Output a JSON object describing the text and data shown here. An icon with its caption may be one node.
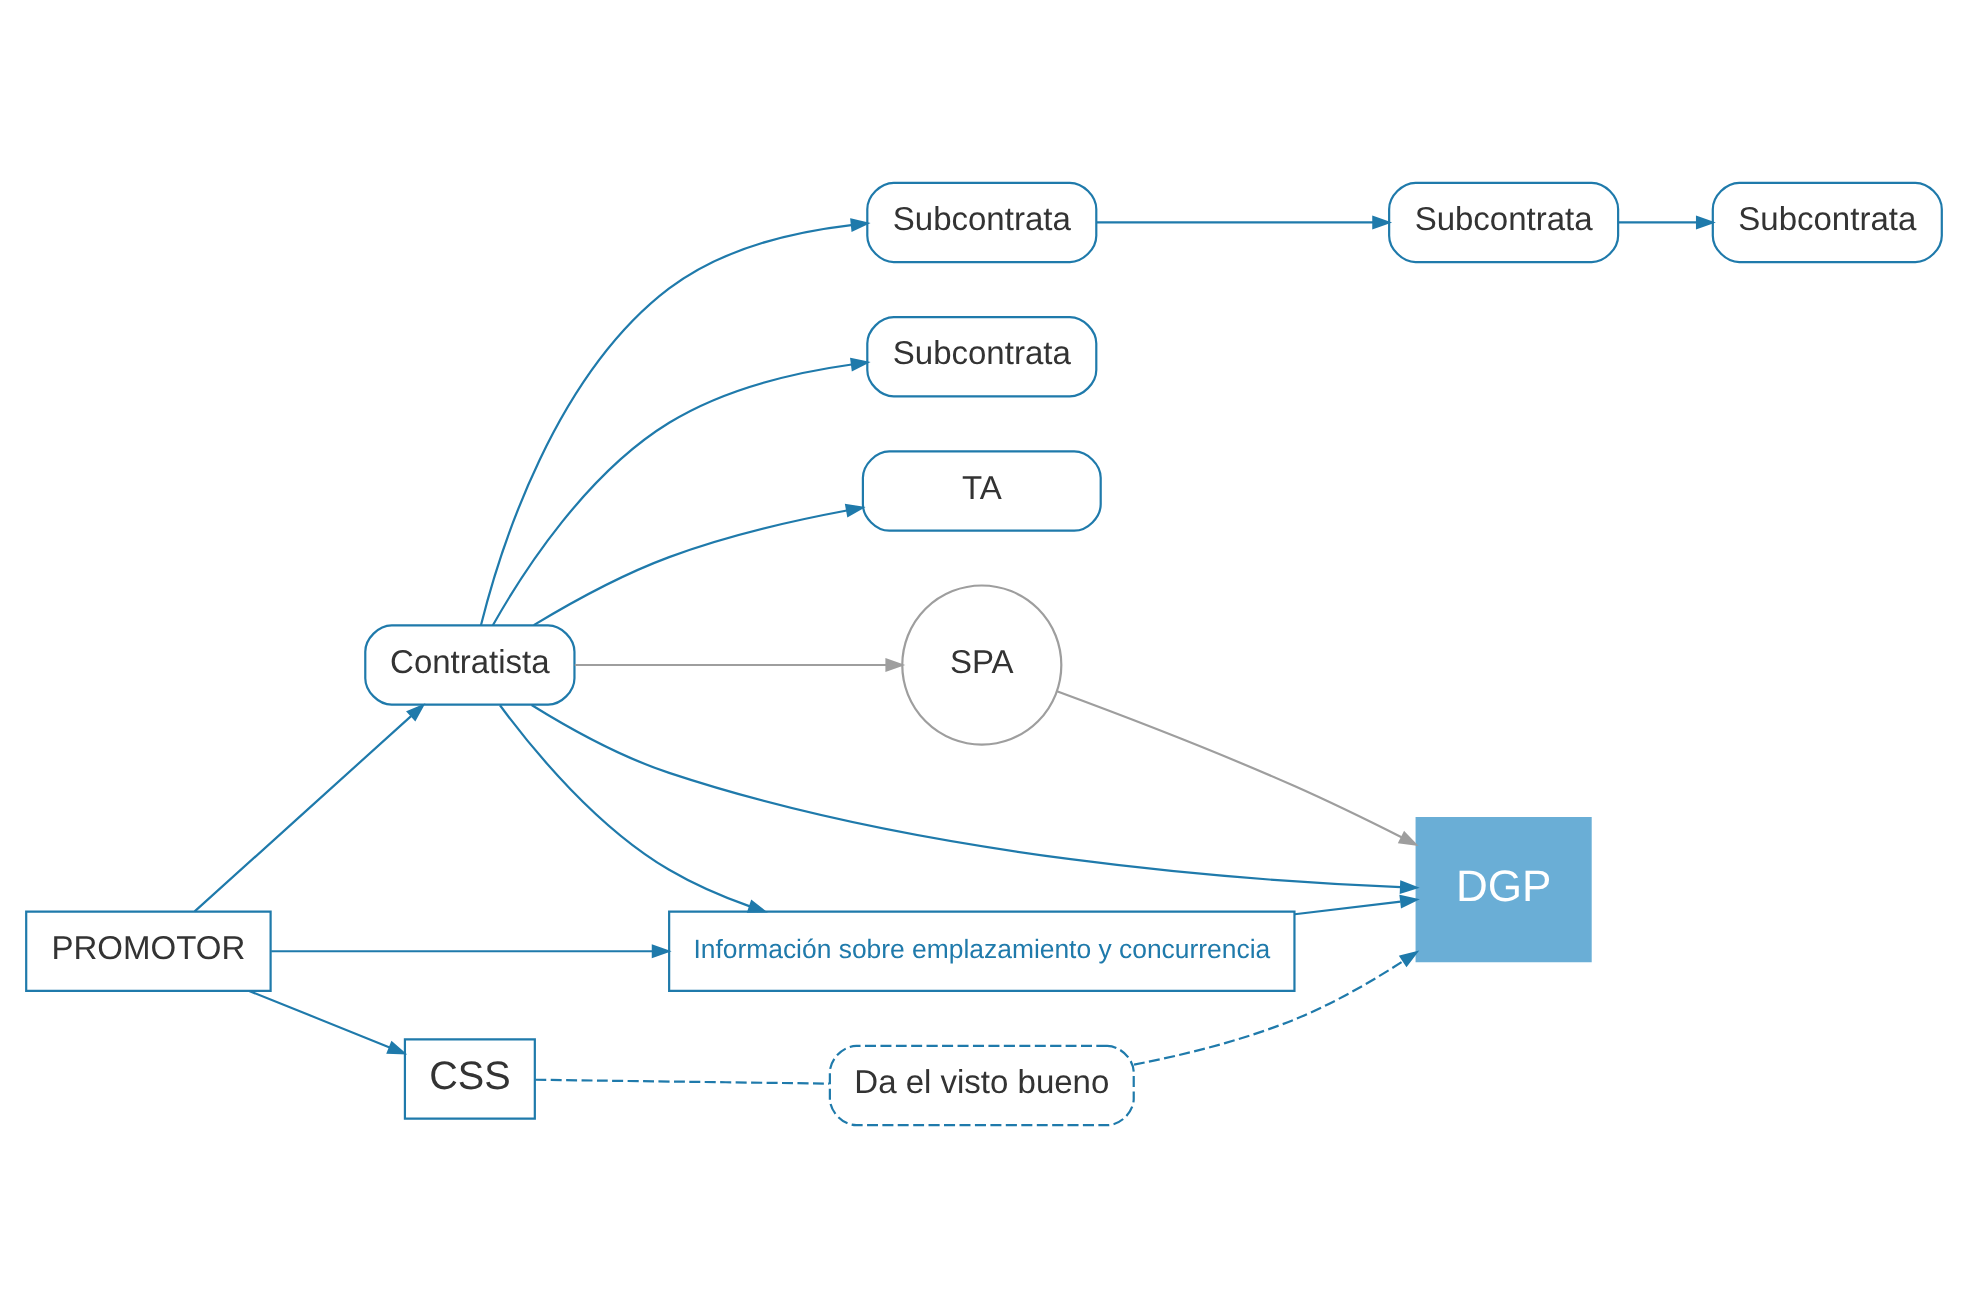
{
  "diagram": {
    "nodes": [
      {
        "text": [
          "Información sobre emplazamiento y concurrencia"
        ]
      },
      {
        "text": [
          "SPA"
        ]
      },
      {
        "text": [
          "PROMOTOR"
        ]
      },
      {
        "text": [
          "Contratista"
        ]
      },
      {
        "text": [
          "DGP"
        ]
      },
      {
        "text": [
          "Subcontrata"
        ]
      },
      {
        "text": [
          "Subcontrata"
        ]
      },
      {
        "text": [
          "Subcontrata"
        ]
      },
      {
        "text": [
          "Subcontrata"
        ]
      },
      {
        "text": [
          "TA"
        ]
      },
      {
        "text": [
          "Da el visto bueno"
        ]
      },
      {
        "text": [
          "CSS"
        ]
      }
    ],
    "edges": [
      {
        "from": 2,
        "to": 0,
        "arrow": "to"
      },
      {
        "from": 3,
        "to": 0,
        "arrow": "to"
      },
      {
        "from": 0,
        "to": 4,
        "arrow": "to"
      },
      {
        "from": 3,
        "to": 1,
        "arrow": "to",
        "color": "#9e9e9e"
      },
      {
        "from": 1,
        "to": 4,
        "arrow": "to",
        "color": "#9e9e9e"
      },
      {
        "from": 2,
        "to": 3,
        "arrow": "to"
      },
      {
        "from": 3,
        "to": 4,
        "arrow": "to"
      },
      {
        "from": 3,
        "to": 5,
        "arrow": "to"
      },
      {
        "from": 5,
        "to": 6,
        "arrow": "to"
      },
      {
        "from": 6,
        "to": 7,
        "arrow": "to"
      },
      {
        "from": 3,
        "to": 8,
        "arrow": "to"
      },
      {
        "from": 3,
        "to": 9,
        "arrow": "to"
      },
      {
        "from": 2,
        "to": 11,
        "arrow": "to"
      },
      {
        "from": 11,
        "to": 10,
        "arrow": "none",
        "style": "dashed"
      },
      {
        "from": 10,
        "to": 4,
        "arrow": "to",
        "style": "dashed"
      }
    ]
  }
}
